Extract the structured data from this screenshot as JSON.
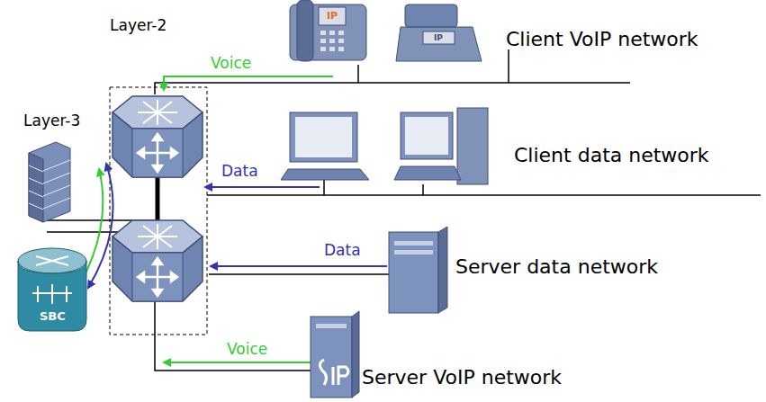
{
  "diagram": {
    "nodes": [
      {
        "text": [
          "Client VoIP network"
        ]
      },
      {
        "text": [
          "Client data network"
        ]
      },
      {
        "text": [
          "Server data network"
        ]
      },
      {
        "text": [
          "Server VoIP network"
        ]
      },
      {
        "text": [
          "SBC"
        ]
      }
    ],
    "labels": [
      "Layer-2",
      "Layer-3",
      "Voice",
      "Data",
      "Data",
      "Voice",
      "IP",
      "IP"
    ]
  }
}
